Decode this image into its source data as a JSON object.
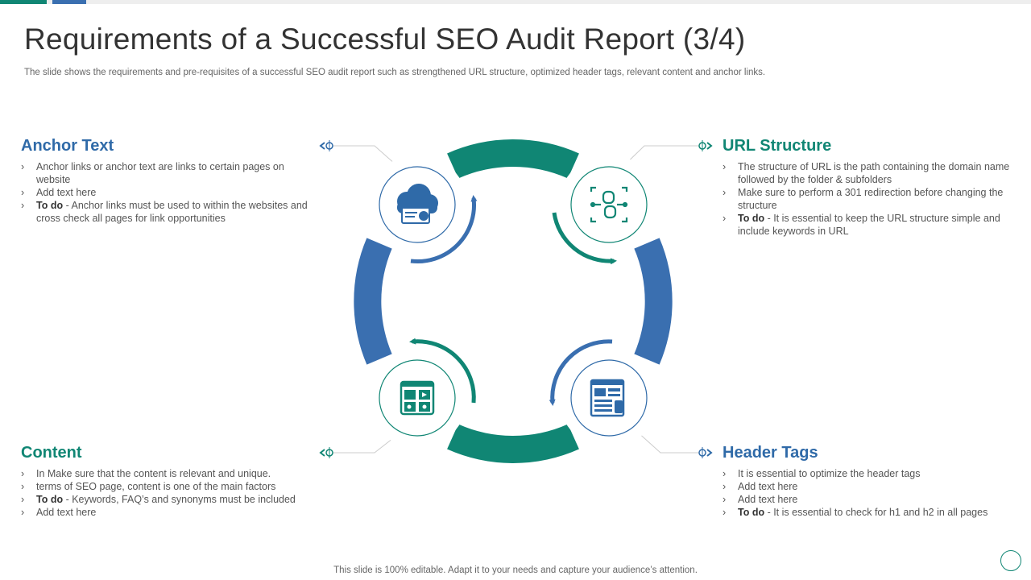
{
  "title": "Requirements of a Successful SEO Audit Report (3/4)",
  "subtitle": "The slide shows the requirements and pre-requisites of a successful SEO audit report such as strengthened URL structure, optimized header tags, relevant content and anchor links.",
  "colors": {
    "teal": "#108674",
    "blue": "#3a6fb0"
  },
  "sections": {
    "anchor_text": {
      "heading": "Anchor Text",
      "icon": "cloud-browser-icon",
      "items": [
        {
          "text": "Anchor links or anchor text are links to certain pages on website"
        },
        {
          "text": "Add text here"
        },
        {
          "label": "To do",
          "text": " - Anchor links must be used to within the websites and cross check all pages for link opportunities"
        }
      ]
    },
    "url_structure": {
      "heading": "URL Structure",
      "icon": "link-chain-icon",
      "items": [
        {
          "text": "The structure of URL is the path containing the domain name followed by the folder & subfolders"
        },
        {
          "text": "Make sure to perform a 301 redirection before changing the structure"
        },
        {
          "label": "To do",
          "text": " - It is essential to keep the URL structure simple and include keywords in URL"
        }
      ]
    },
    "content": {
      "heading": "Content",
      "icon": "media-grid-icon",
      "items": [
        {
          "text": "In Make sure that the content is relevant and unique."
        },
        {
          "text": "terms of SEO page, content is one of the main factors"
        },
        {
          "label": "To do",
          "text": " - Keywords, FAQ’s and synonyms must be included"
        },
        {
          "text": "Add text here"
        }
      ]
    },
    "header_tags": {
      "heading": "Header Tags",
      "icon": "webpage-layout-icon",
      "items": [
        {
          "text": "It is essential to optimize the header tags"
        },
        {
          "text": "Add text here"
        },
        {
          "text": "Add text here"
        },
        {
          "label": "To do",
          "text": " - It is essential to check for h1 and h2 in all pages"
        }
      ]
    }
  },
  "footer": "This slide is 100% editable. Adapt it to your needs and capture your audience’s attention."
}
